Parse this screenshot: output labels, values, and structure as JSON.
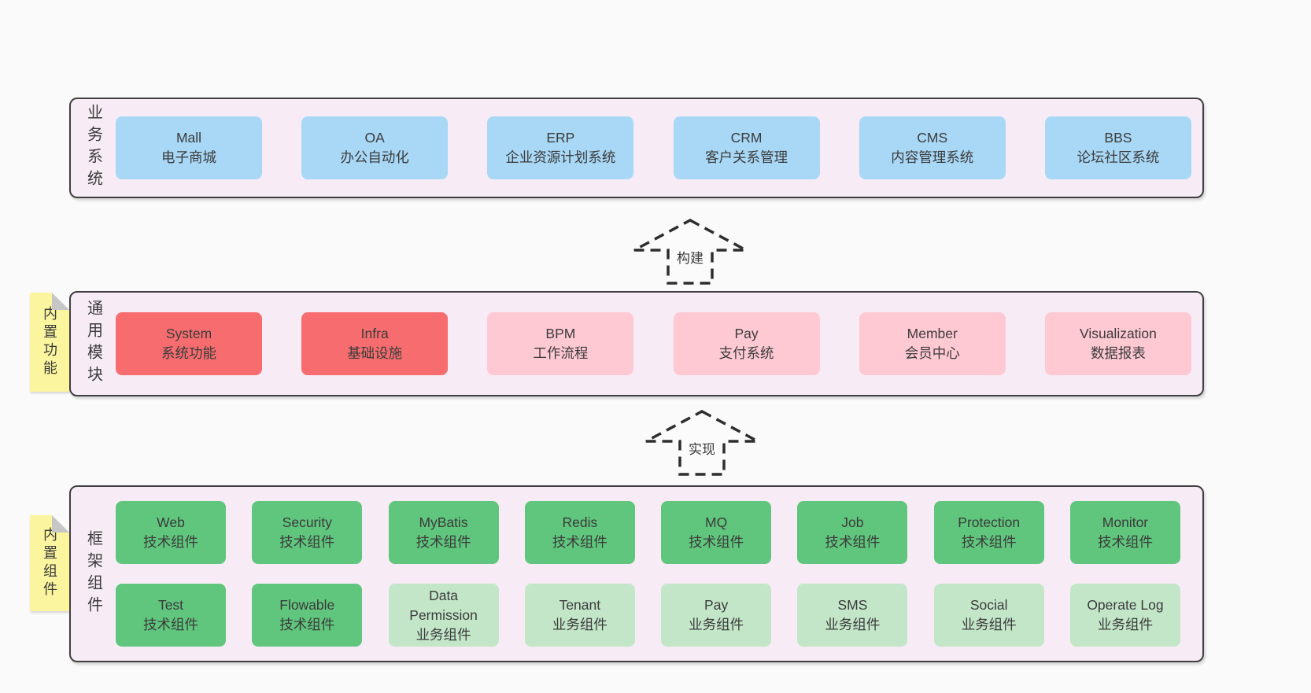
{
  "diagram": {
    "layers": [
      {
        "title": "业务系统",
        "boxes": [
          {
            "name": "Mall",
            "desc": "电子商城"
          },
          {
            "name": "OA",
            "desc": "办公自动化"
          },
          {
            "name": "ERP",
            "desc": "企业资源计划系统"
          },
          {
            "name": "CRM",
            "desc": "客户关系管理"
          },
          {
            "name": "CMS",
            "desc": "内容管理系统"
          },
          {
            "name": "BBS",
            "desc": "论坛社区系统"
          }
        ]
      },
      {
        "title": "通用模块",
        "sticky_note": "内置功能",
        "boxes": [
          {
            "name": "System",
            "desc": "系统功能"
          },
          {
            "name": "Infra",
            "desc": "基础设施"
          },
          {
            "name": "BPM",
            "desc": "工作流程"
          },
          {
            "name": "Pay",
            "desc": "支付系统"
          },
          {
            "name": "Member",
            "desc": "会员中心"
          },
          {
            "name": "Visualization",
            "desc": "数据报表"
          }
        ]
      },
      {
        "title": "框架组件",
        "sticky_note": "内置组件",
        "rows": [
          [
            {
              "name": "Web",
              "desc": "技术组件"
            },
            {
              "name": "Security",
              "desc": "技术组件"
            },
            {
              "name": "MyBatis",
              "desc": "技术组件"
            },
            {
              "name": "Redis",
              "desc": "技术组件"
            },
            {
              "name": "MQ",
              "desc": "技术组件"
            },
            {
              "name": "Job",
              "desc": "技术组件"
            },
            {
              "name": "Protection",
              "desc": "技术组件"
            },
            {
              "name": "Monitor",
              "desc": "技术组件"
            }
          ],
          [
            {
              "name": "Test",
              "desc": "技术组件"
            },
            {
              "name": "Flowable",
              "desc": "技术组件"
            },
            {
              "name": "Data Permission",
              "desc": "业务组件"
            },
            {
              "name": "Tenant",
              "desc": "业务组件"
            },
            {
              "name": "Pay",
              "desc": "业务组件"
            },
            {
              "name": "SMS",
              "desc": "业务组件"
            },
            {
              "name": "Social",
              "desc": "业务组件"
            },
            {
              "name": "Operate Log",
              "desc": "业务组件"
            }
          ]
        ]
      }
    ],
    "arrows": [
      {
        "label": "构建"
      },
      {
        "label": "实现"
      }
    ],
    "colors": {
      "page_bg": "#FAFAFA",
      "layer_bg": "#F7ECF5",
      "layer_border": "#3F3F3F",
      "business_system_box": "#A8D8F6",
      "core_module_box": "#F76D6F",
      "extension_module_box": "#FFC9D4",
      "tech_component_box": "#60C67D",
      "biz_component_box": "#C3E6C9",
      "sticky_note_bg": "#FAF59E",
      "sticky_fold": "#C6C6C6",
      "text": "#3B3B3B"
    }
  }
}
